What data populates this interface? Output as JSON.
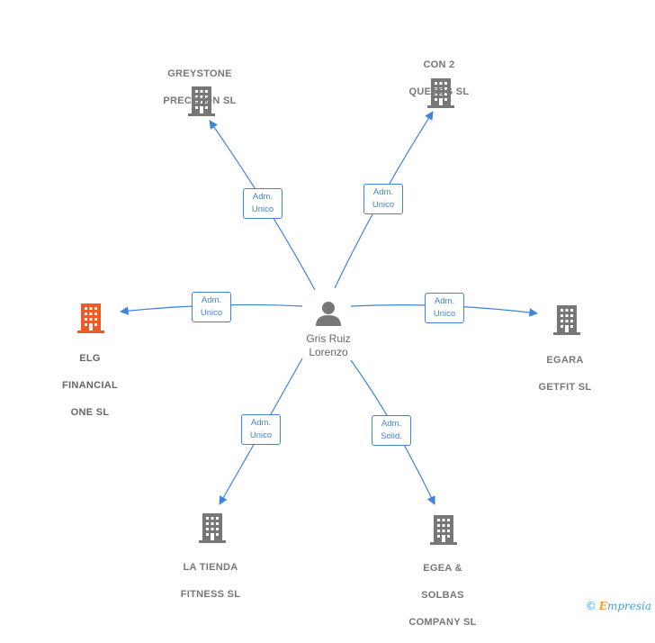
{
  "center": {
    "name_line1": "Gris Ruiz",
    "name_line2": "Lorenzo",
    "icon": "person-icon"
  },
  "nodes": [
    {
      "id": "greystone",
      "lines": [
        "GREYSTONE",
        "PRECISION SL"
      ],
      "icon": "building-icon",
      "color": "#777777",
      "role": [
        "Adm.",
        "Unico"
      ]
    },
    {
      "id": "con2quesos",
      "lines": [
        "CON 2",
        "QUESOS  SL"
      ],
      "icon": "building-icon",
      "color": "#777777",
      "role": [
        "Adm.",
        "Unico"
      ]
    },
    {
      "id": "elg",
      "lines": [
        "ELG",
        "FINANCIAL",
        "ONE  SL"
      ],
      "icon": "building-icon",
      "color": "#f05a28",
      "role": [
        "Adm.",
        "Unico"
      ]
    },
    {
      "id": "egara",
      "lines": [
        "EGARA",
        "GETFIT  SL"
      ],
      "icon": "building-icon",
      "color": "#777777",
      "role": [
        "Adm.",
        "Unico"
      ]
    },
    {
      "id": "latienda",
      "lines": [
        "LA TIENDA",
        "FITNESS SL"
      ],
      "icon": "building-icon",
      "color": "#777777",
      "role": [
        "Adm.",
        "Unico"
      ]
    },
    {
      "id": "egea",
      "lines": [
        "EGEA &",
        "SOLBAS",
        "COMPANY  SL"
      ],
      "icon": "building-icon",
      "color": "#777777",
      "role": [
        "Adm.",
        "Solid."
      ]
    }
  ],
  "colors": {
    "edge": "#3f84d6",
    "building": "#777777",
    "highlight": "#f05a28"
  },
  "footer": {
    "copyright": "©",
    "brand_first": "E",
    "brand_rest": "mpresia"
  }
}
